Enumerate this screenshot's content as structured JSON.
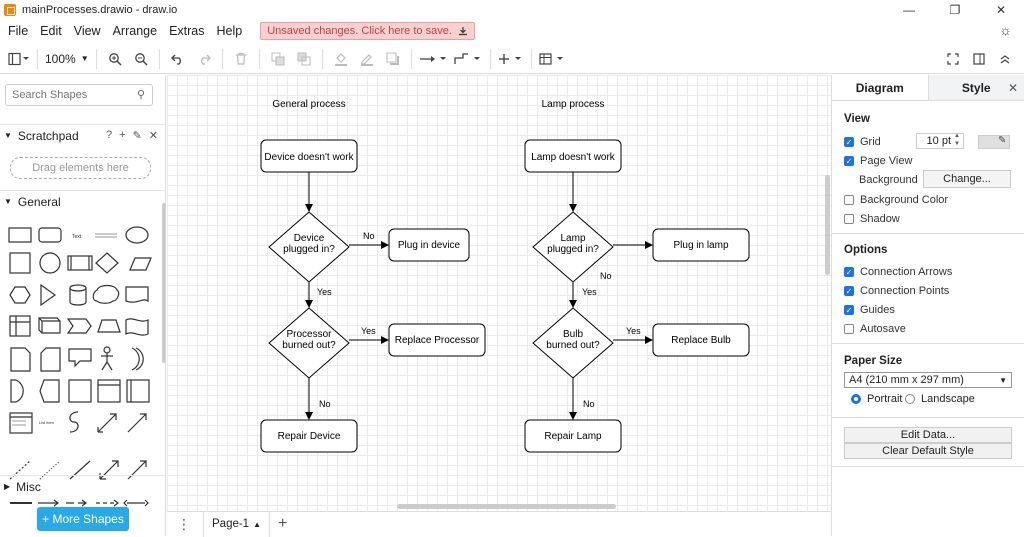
{
  "window": {
    "title": "mainProcesses.drawio - draw.io",
    "minimize": "—",
    "restore": "❐",
    "close": "✕"
  },
  "menu": {
    "items": [
      "File",
      "Edit",
      "View",
      "Arrange",
      "Extras",
      "Help"
    ],
    "unsaved": "Unsaved changes. Click here to save."
  },
  "toolbar": {
    "zoom": "100%"
  },
  "sidebar": {
    "search_placeholder": "Search Shapes",
    "scratchpad": "Scratchpad",
    "drag_hint": "Drag elements here",
    "general": "General",
    "misc": "Misc",
    "more_shapes": "+ More Shapes"
  },
  "diagram": {
    "general_title": "General process",
    "lamp_title": "Lamp process",
    "g_start": "Device doesn't work",
    "g_d1_line1": "Device",
    "g_d1_line2": "plugged in?",
    "g_a1": "Plug in device",
    "g_d2_line1": "Processor",
    "g_d2_line2": "burned out?",
    "g_a2": "Replace Processor",
    "g_end": "Repair Device",
    "l_start": "Lamp doesn't work",
    "l_d1_line1": "Lamp",
    "l_d1_line2": "plugged in?",
    "l_a1": "Plug in lamp",
    "l_d2_line1": "Bulb",
    "l_d2_line2": "burned out?",
    "l_a2": "Replace Bulb",
    "l_end": "Repair Lamp",
    "no": "No",
    "yes": "Yes"
  },
  "pages": {
    "current": "Page-1"
  },
  "format_panel": {
    "tab_diagram": "Diagram",
    "tab_style": "Style",
    "view_title": "View",
    "grid": "Grid",
    "grid_size": "10 pt",
    "page_view": "Page View",
    "background": "Background",
    "change": "Change...",
    "background_color": "Background Color",
    "shadow": "Shadow",
    "options_title": "Options",
    "connection_arrows": "Connection Arrows",
    "connection_points": "Connection Points",
    "guides": "Guides",
    "autosave": "Autosave",
    "paper_size_title": "Paper Size",
    "paper_size": "A4 (210 mm x 297 mm)",
    "portrait": "Portrait",
    "landscape": "Landscape",
    "edit_data": "Edit Data...",
    "clear_default_style": "Clear Default Style"
  }
}
